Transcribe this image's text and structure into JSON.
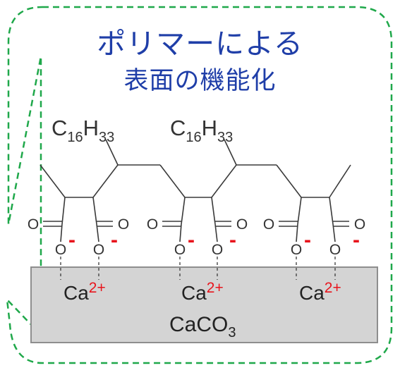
{
  "title": {
    "line1": "ポリマーによる",
    "line2": "表面の機能化"
  },
  "side_chain": {
    "c": "C",
    "c_sub": "16",
    "h": "H",
    "h_sub": "33"
  },
  "atoms": {
    "oxygen": "O",
    "anion_charge": "-"
  },
  "cation": {
    "symbol": "Ca",
    "charge": "2+"
  },
  "surface": {
    "formula_main": "CaCO",
    "formula_sub": "3"
  },
  "colors": {
    "frame": "#1fa84a",
    "title": "#1f3ea8",
    "bond": "#3a3a3a",
    "charge": "#e8141c",
    "surface_fill": "#d4d4d4",
    "surface_border": "#8e8e8e"
  }
}
